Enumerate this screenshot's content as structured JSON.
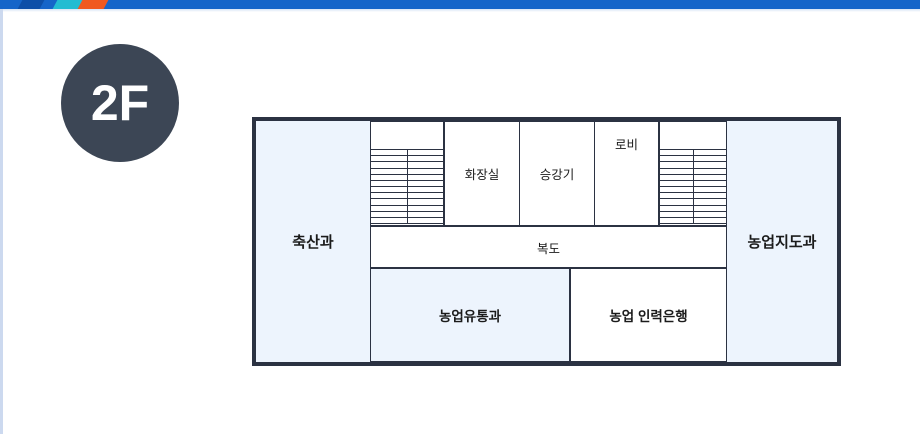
{
  "topbar": {
    "background_color": "#1565c9",
    "accent_teal_color": "#23bcd2",
    "accent_orange_color": "#f0591f",
    "accent_blue_color": "#0d4fa8"
  },
  "floor_badge": {
    "label": "2F",
    "background_color": "#3c4655",
    "text_color": "#ffffff"
  },
  "floorplan": {
    "border_color": "#2b3242",
    "room_fill_highlight": "#edf4fd",
    "room_fill_plain": "#ffffff",
    "rooms": [
      {
        "id": "chuksan-gwa",
        "label": "축산과"
      },
      {
        "id": "hwajangsil",
        "label": "화장실"
      },
      {
        "id": "seunggangi",
        "label": "승강기"
      },
      {
        "id": "robi",
        "label": "로비"
      },
      {
        "id": "nongeop-jido-gwa",
        "label": "농업지도과"
      },
      {
        "id": "bokdo",
        "label": "복도"
      },
      {
        "id": "nongeop-yutong-gwa",
        "label": "농업유통과"
      },
      {
        "id": "nongeop-inryeok-eunhaeng",
        "label": "농업 인력은행"
      }
    ],
    "stairwells": [
      {
        "id": "stair-left",
        "tread_count": 12
      },
      {
        "id": "stair-right",
        "tread_count": 12
      }
    ]
  }
}
